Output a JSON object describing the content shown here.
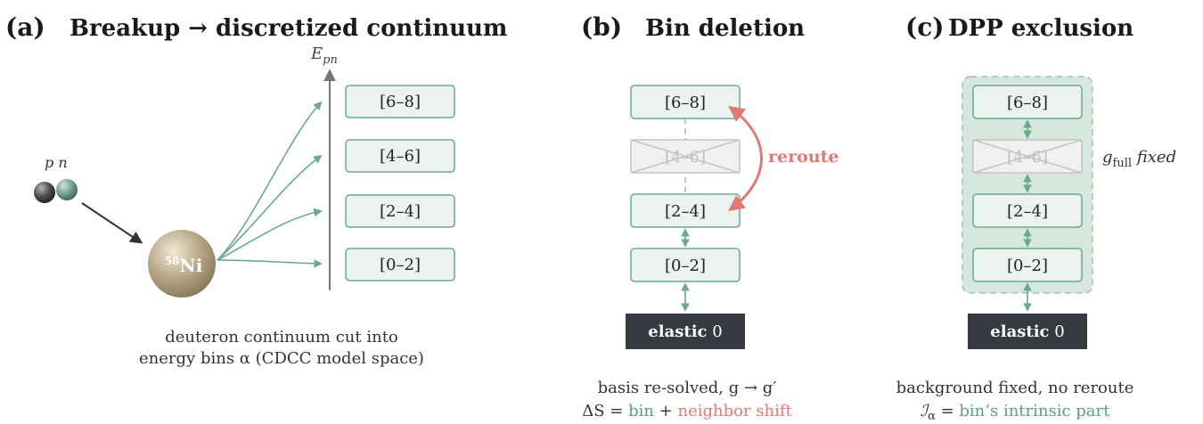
{
  "colors": {
    "box_fill": "#ecf3ef",
    "box_stroke": "#6aa893",
    "arrow_green": "#6aa893",
    "reroute_red": "#e07a74",
    "elastic_fill": "#343a40",
    "deleted_fill": "#f0f0f0",
    "deleted_stroke": "#c4c4c4",
    "nucleus": "#b9a98a",
    "proton": "#5a5a5a",
    "neutron": "#6f9c8c"
  },
  "panel_a": {
    "letter": "(a)",
    "title": "Breakup → discretized continuum",
    "axis_label_main": "E",
    "axis_label_sub": "pn",
    "pn_label": "p n",
    "nucleus_mass": "58",
    "nucleus_symbol": "Ni",
    "bins": [
      "[6–8]",
      "[4–6]",
      "[2–4]",
      "[0–2]"
    ],
    "caption_line1": "deuteron continuum cut into",
    "caption_line2": "energy bins α (CDCC model space)"
  },
  "panel_b": {
    "letter": "(b)",
    "title": "Bin deletion",
    "bins": [
      "[6–8]",
      "[4–6]",
      "[2–4]",
      "[0–2]"
    ],
    "reroute_label": "reroute",
    "elastic_label": "elastic",
    "elastic_value": "0",
    "caption_line1": "basis re-solved, g → g′",
    "caption_line2_prefix": "ΔS = ",
    "caption_line2_bin": "bin",
    "caption_line2_plus": " + ",
    "caption_line2_neighbor": "neighbor shift"
  },
  "panel_c": {
    "letter": "(c)",
    "title": "DPP exclusion",
    "bins": [
      "[6–8]",
      "[4–6]",
      "[2–4]",
      "[0–2]"
    ],
    "g_label": "g",
    "g_sub": "full",
    "fixed_label": "fixed",
    "elastic_label": "elastic",
    "elastic_value": "0",
    "caption_line1": "background fixed, no reroute",
    "caption_line2_prefix": "ℐ",
    "caption_line2_sub": "α",
    "caption_line2_eq": " = ",
    "caption_line2_green": "bin’s intrinsic part"
  }
}
